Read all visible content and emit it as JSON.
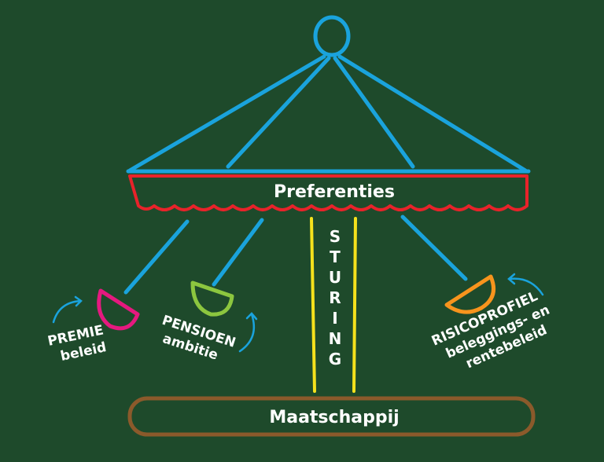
{
  "title": "Preferenties",
  "pole_label": "STURING",
  "base_label": "Maatschappij",
  "seats": [
    {
      "label_line1": "PREMIE",
      "label_line2": "beleid",
      "color": "#e5197f"
    },
    {
      "label_line1": "PENSIOEN",
      "label_line2": "ambitie",
      "color": "#8cc63f"
    },
    {
      "label_line1": "RISICOPROFIEL",
      "label_line2": "beleggings- en",
      "label_line3": "rentebeleid",
      "color": "#f7941d"
    }
  ],
  "colors": {
    "background": "#1e4a2b",
    "frame": "#1aa3dc",
    "canopy": "#e8232a",
    "pole": "#f5e11c",
    "base": "#8b5a2b"
  }
}
